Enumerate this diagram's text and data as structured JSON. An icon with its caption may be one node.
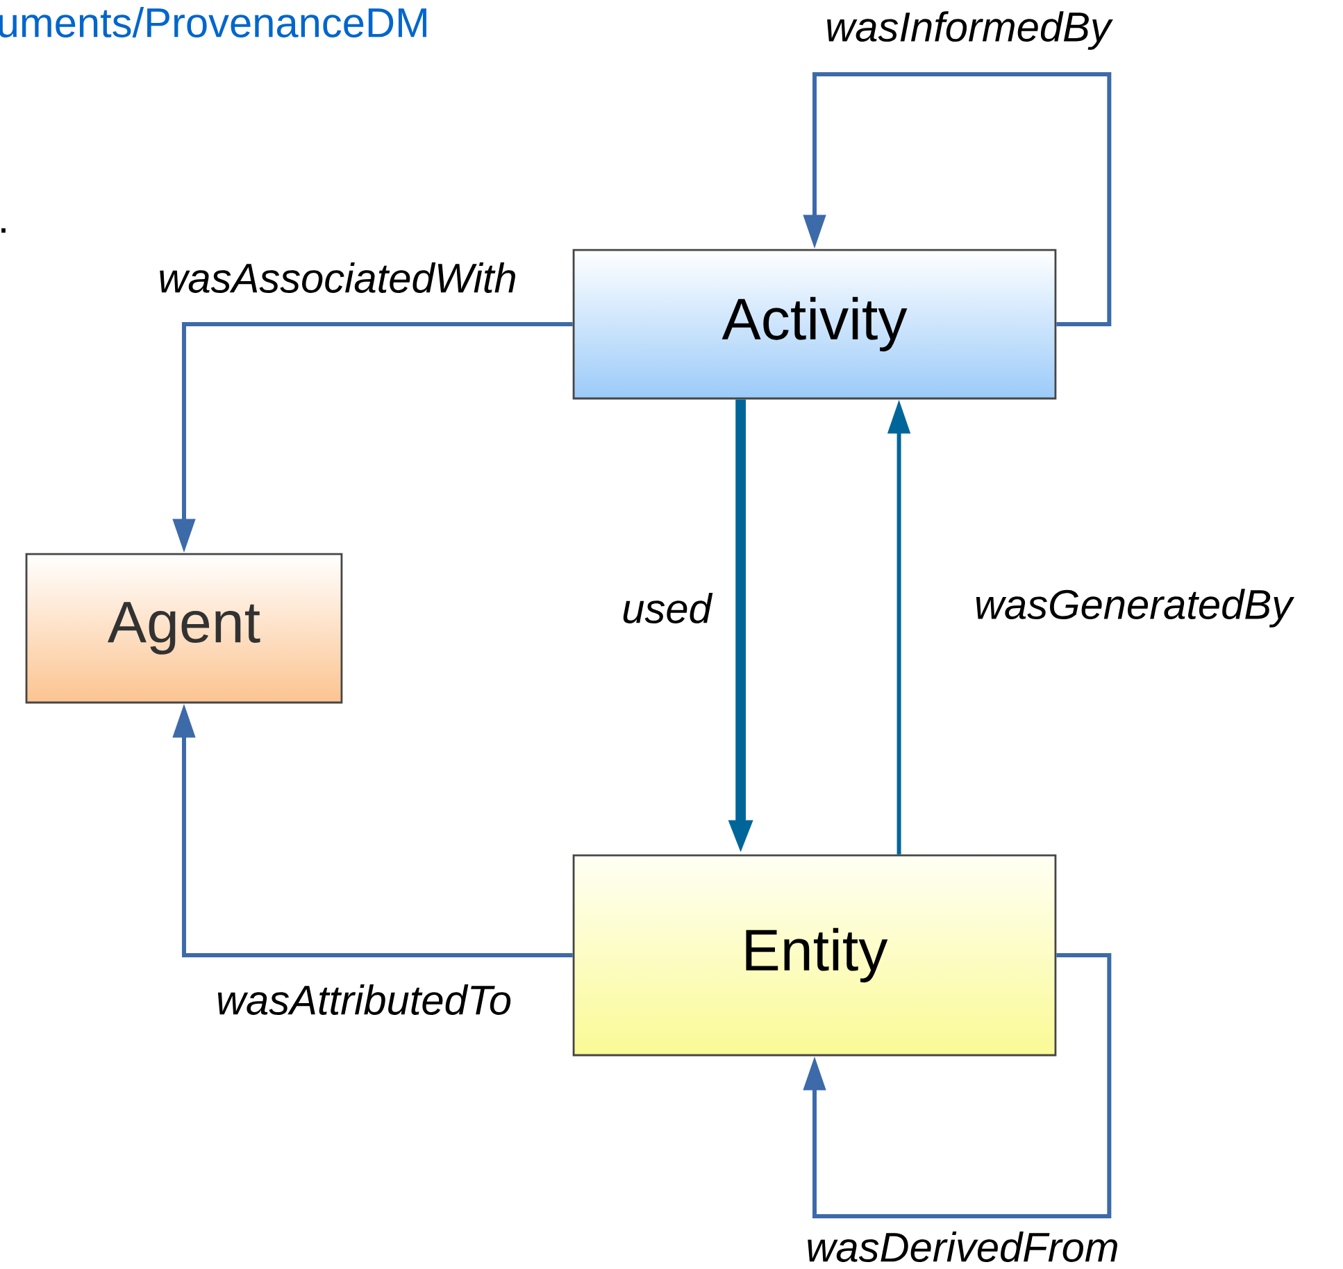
{
  "diagram": {
    "nodes": [
      {
        "text": [
          "Activity"
        ]
      },
      {
        "text": [
          "Agent"
        ]
      },
      {
        "text": [
          "Entity"
        ]
      }
    ],
    "edges": [
      {
        "from": 0,
        "to": 1,
        "arrow": "to",
        "label": "wasAssociatedWith"
      },
      {
        "from": 2,
        "to": 1,
        "arrow": "to",
        "label": "wasAttributedTo"
      },
      {
        "from": 0,
        "to": 2,
        "arrow": "to",
        "label": "used",
        "style": "thick",
        "color": "#00669a"
      },
      {
        "from": 2,
        "to": 0,
        "arrow": "to",
        "label": "wasGeneratedBy",
        "color": "#00669a"
      },
      {
        "from": 0,
        "to": 0,
        "arrow": "to",
        "label": "wasInformedBy"
      },
      {
        "from": 2,
        "to": 2,
        "arrow": "to",
        "label": "wasDerivedFrom"
      }
    ],
    "labels": [
      "uments/ProvenanceDM",
      "."
    ]
  }
}
